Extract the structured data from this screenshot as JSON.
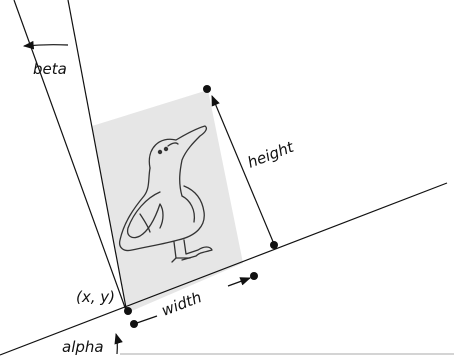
{
  "labels": {
    "beta": "beta",
    "height": "height",
    "origin": "(x, y)",
    "width": "width",
    "alpha": "alpha"
  },
  "colors": {
    "panel": "#e6e6e6",
    "ink": "#111111"
  }
}
